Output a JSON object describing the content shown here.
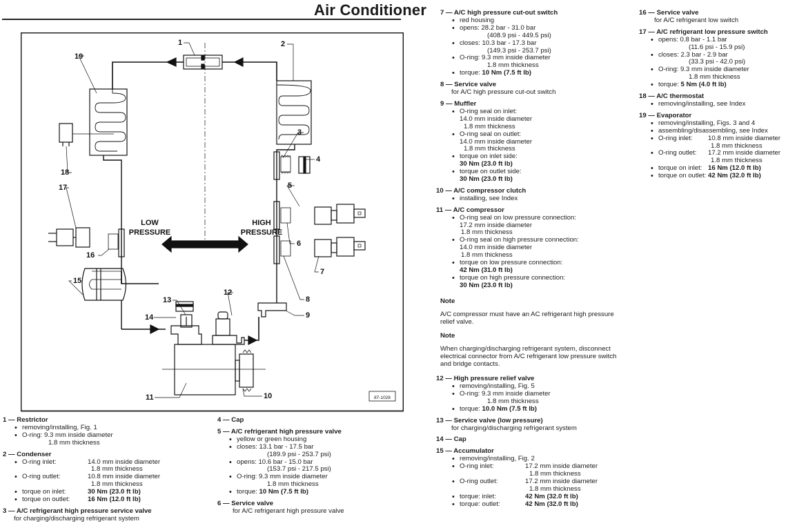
{
  "header": {
    "title": "Air Conditioner"
  },
  "diagram": {
    "figure_id": "87-1028",
    "low_label_line1": "LOW",
    "low_label_line2": "PRESSURE",
    "high_label_line1": "HIGH",
    "high_label_line2": "PRESSURE",
    "callouts": [
      "1",
      "2",
      "3",
      "4",
      "5",
      "6",
      "7",
      "8",
      "9",
      "10",
      "11",
      "12",
      "13",
      "14",
      "15",
      "16",
      "17",
      "18",
      "19"
    ]
  },
  "items": {
    "i1": {
      "num": "1 —",
      "title": "Restrictor",
      "lines": [
        "removing/installing, Fig. 1",
        "O-ring: 9.3 mm inside diameter",
        "1.8 mm thickness"
      ]
    },
    "i2": {
      "num": "2 —",
      "title": "Condenser",
      "oring_inlet_label": "O-ring inlet:",
      "oring_inlet_val": "14.0 mm inside diameter",
      "oring_inlet_thk": "1.8 mm thickness",
      "oring_outlet_label": "O-ring outlet:",
      "oring_outlet_val": "10.8 mm inside diameter",
      "oring_outlet_thk": "1.8 mm thickness",
      "torque_inlet_label": "torque on inlet:",
      "torque_inlet_val": "30 Nm (23.0 ft lb)",
      "torque_outlet_label": "torque on outlet:",
      "torque_outlet_val": "16 Nm (12.0 ft lb)"
    },
    "i3": {
      "num": "3 —",
      "title": "A/C refrigerant high pressure service valve",
      "desc": "for charging/discharging refrigerant system"
    },
    "i4": {
      "num": "4 —",
      "title": "Cap"
    },
    "i5": {
      "num": "5 —",
      "title": "A/C refrigerant high pressure valve",
      "housing": "yellow or green housing",
      "closes": "closes: 13.1 bar - 17.5 bar",
      "closes_psi": "(189.9 psi - 253.7 psi)",
      "opens": "opens: 10.6 bar - 15.0 bar",
      "opens_psi": "(153.7 psi - 217.5 psi)",
      "oring": "O-ring: 9.3 mm inside diameter",
      "oring_thk": "1.8 mm thickness",
      "torque_label": "torque:",
      "torque_val": "10 Nm (7.5 ft lb)"
    },
    "i6": {
      "num": "6 —",
      "title": "Service valve",
      "desc": "for A/C refrigerant high pressure valve"
    },
    "i7": {
      "num": "7 —",
      "title": "A/C high pressure cut-out switch",
      "housing": "red housing",
      "opens": "opens: 28.2 bar - 31.0 bar",
      "opens_psi": "(408.9 psi - 449.5 psi)",
      "closes": "closes: 10.3 bar - 17.3 bar",
      "closes_psi": "(149.3 psi - 253.7 psi)",
      "oring": "O-ring: 9.3 mm inside diameter",
      "oring_thk": "1.8 mm thickness",
      "torque_label": "torque:",
      "torque_val": "10 Nm (7.5 ft lb)"
    },
    "i8": {
      "num": "8 —",
      "title": "Service valve",
      "desc": "for A/C high pressure cut-out switch"
    },
    "i9": {
      "num": "9 —",
      "title": "Muffler",
      "seal_in": "O-ring seal on inlet:",
      "seal_in_d": "14.0 mm inside diameter",
      "seal_in_t": "1.8 mm thickness",
      "seal_out": "O-ring seal on outlet:",
      "seal_out_d": "14.0 mm inside diameter",
      "seal_out_t": "1.8 mm thickness",
      "torque_in": "torque on inlet side:",
      "torque_in_val": "30 Nm (23.0 ft lb)",
      "torque_out": "torque on outlet side:",
      "torque_out_val": "30 Nm (23.0 ft lb)"
    },
    "i10": {
      "num": "10 —",
      "title": "A/C compressor clutch",
      "line": "installing, see Index"
    },
    "i11": {
      "num": "11 —",
      "title": "A/C compressor",
      "seal_low": "O-ring seal on low pressure connection:",
      "seal_low_d": "17.2 mm inside diameter",
      "seal_low_t": "1.8 mm thickness",
      "seal_high": "O-ring seal on high pressure connection:",
      "seal_high_d": "14.0 mm inside diameter",
      "seal_high_t": "1.8 mm thickness",
      "torque_low": "torque on low pressure connection:",
      "torque_low_val": "42 Nm (31.0 ft lb)",
      "torque_high": "torque on high pressure connection:",
      "torque_high_val": "30 Nm (23.0 ft lb)"
    },
    "note1": {
      "head": "Note",
      "body": "A/C compressor must have an AC refrigerant high pressure relief valve."
    },
    "note2": {
      "head": "Note",
      "body": "When charging/discharging refrigerant system, disconnect electrical connector from A/C refrigerant low pressure switch and bridge contacts."
    },
    "i12": {
      "num": "12 —",
      "title": "High pressure relief valve",
      "line1": "removing/installing, Fig. 5",
      "oring": "O-ring: 9.3 mm inside diameter",
      "oring_thk": "1.8 mm thickness",
      "torque_label": "torque:",
      "torque_val": "10.0 Nm (7.5 ft lb)"
    },
    "i13": {
      "num": "13 —",
      "title": "Service valve (low pressure)",
      "desc": "for charging/discharging refrigerant system"
    },
    "i14": {
      "num": "14 —",
      "title": "Cap"
    },
    "i15": {
      "num": "15 —",
      "title": "Accumulator",
      "line1": "removing/installing, Fig. 2",
      "oring_inlet_label": "O-ring inlet:",
      "oring_inlet_val": "17.2 mm inside diameter",
      "oring_inlet_thk": "1.8 mm thickness",
      "oring_outlet_label": "O-ring outlet:",
      "oring_outlet_val": "17.2 mm inside diameter",
      "oring_outlet_thk": "1.8 mm thickness",
      "torque_inlet_label": "torque: inlet:",
      "torque_inlet_val": "42 Nm (32.0 ft lb)",
      "torque_outlet_label": "torque: outlet:",
      "torque_outlet_val": "42 Nm (32.0 ft lb)"
    },
    "i16": {
      "num": "16 —",
      "title": "Service valve",
      "desc": "for A/C refrigerant low switch"
    },
    "i17": {
      "num": "17 —",
      "title": "A/C refrigerant low pressure switch",
      "opens": "opens: 0.8 bar - 1.1 bar",
      "opens_psi": "(11.6 psi - 15.9 psi)",
      "closes": "closes: 2.3 bar - 2.9 bar",
      "closes_psi": "(33.3 psi - 42.0 psi)",
      "oring": "O-ring: 9.3 mm inside diameter",
      "oring_thk": "1.8 mm thickness",
      "torque_label": "torque:",
      "torque_val": "5 Nm (4.0 ft lb)"
    },
    "i18": {
      "num": "18 —",
      "title": "A/C thermostat",
      "line": "removing/installing, see Index"
    },
    "i19": {
      "num": "19 —",
      "title": "Evaporator",
      "line1": "removing/installing, Figs. 3 and 4",
      "line2": "assembling/disassembling, see Index",
      "oring_inlet_label": "O-ring inlet:",
      "oring_inlet_val": "10.8 mm inside diameter",
      "oring_inlet_thk": "1.8 mm thickness",
      "oring_outlet_label": "O-ring outlet:",
      "oring_outlet_val": "17.2 mm inside diameter",
      "oring_outlet_thk": "1.8 mm thickness",
      "torque_inlet_label": "torque on inlet:",
      "torque_inlet_val": "16 Nm (12.0 ft lb)",
      "torque_outlet_label": "torque on outlet:",
      "torque_outlet_val": "42 Nm (32.0 ft lb)"
    }
  }
}
